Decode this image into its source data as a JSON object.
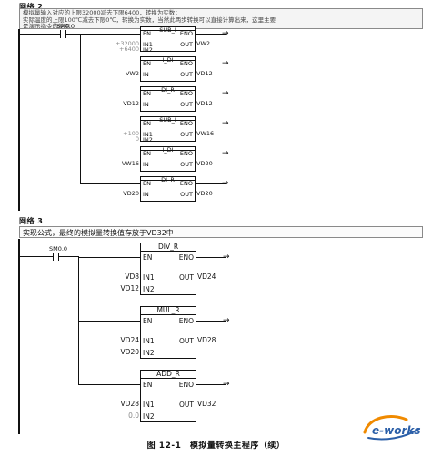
{
  "network2": {
    "label": "网络 2",
    "comment": "模拟量输入对应的上限32000减去下限6400，转换为实数；\n实际温度的上限100℃减去下限0℃，转换为实数，当然此两步转换可以直接计算出来，这里主要\n是演示指令的使用",
    "contact": "SM0.0",
    "blocks": [
      {
        "name": "SUB_I",
        "in1": "+32000",
        "in2": "+6400",
        "out": "VW2",
        "in_grey": true
      },
      {
        "name": "I_DI",
        "in1": "VW2",
        "out": "VD12"
      },
      {
        "name": "DI_R",
        "in1": "VD12",
        "out": "VD12"
      },
      {
        "name": "SUB_I",
        "in1": "+100",
        "in2": "0",
        "out": "VW16",
        "in_grey": true
      },
      {
        "name": "I_DI",
        "in1": "VW16",
        "out": "VD20"
      },
      {
        "name": "DI_R",
        "in1": "VD20",
        "out": "VD20"
      }
    ]
  },
  "network3": {
    "label": "网络 3",
    "comment": "实现公式，最终的模拟量转换值存放于VD32中",
    "contact": "SM0.0",
    "blocks": [
      {
        "name": "DIV_R",
        "in1": "VD8",
        "in2": "VD12",
        "out": "VD24"
      },
      {
        "name": "MUL_R",
        "in1": "VD24",
        "in2": "VD20",
        "out": "VD28"
      },
      {
        "name": "ADD_R",
        "in1": "VD28",
        "in2": "0.0",
        "out": "VD32",
        "in2_grey": true
      }
    ]
  },
  "pins": {
    "en": "EN",
    "eno": "ENO",
    "in": "IN",
    "in1": "IN1",
    "in2": "IN2",
    "out": "OUT"
  },
  "caption": "图 12-1　模拟量转换主程序（续）",
  "logo_text": "e-works",
  "colors": {
    "line": "#111111",
    "grey_operand": "#8a8a8a",
    "logo_orange": "#f08a00",
    "logo_blue": "#2b5fa8"
  }
}
